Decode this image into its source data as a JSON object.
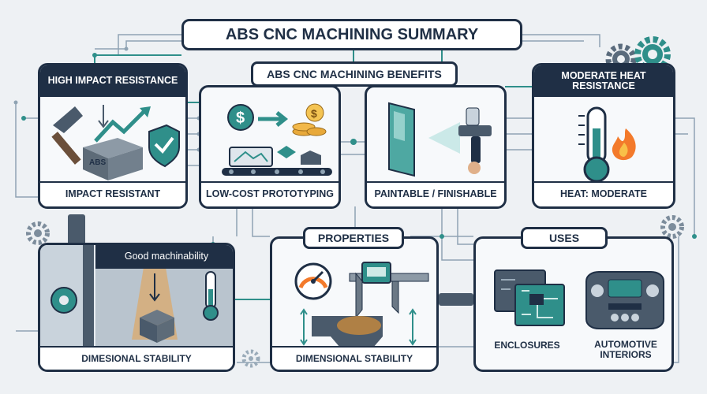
{
  "title": "ABS CNC MACHINING SUMMARY",
  "benefits_header": "ABS CNC MACHINING BENEFITS",
  "top_panels": [
    {
      "header": "HIGH IMPACT RESISTANCE",
      "caption": "IMPACT RESISTANT",
      "block_label": "ABS"
    },
    {
      "header": "",
      "caption": "LOW-COST PROTOTYPING"
    },
    {
      "header": "",
      "caption": "PAINTABLE / FINISHABLE"
    },
    {
      "header": "MODERATE HEAT RESISTANCE",
      "caption": "HEAT: MODERATE"
    }
  ],
  "bottom_panels": [
    {
      "header": "Good machinability",
      "caption": "DIMESIONAL STABILITY"
    },
    {
      "header": "PROPERTIES",
      "caption": "DIMENSIONAL STABILITY"
    },
    {
      "header": "USES",
      "captions": [
        "ENCLOSURES",
        "AUTOMOTIVE INTERIORS"
      ]
    }
  ],
  "colors": {
    "navy": "#1f2f45",
    "teal": "#2f8f8a",
    "orange": "#f39a2b",
    "background": "#eef1f4",
    "green_check": "#4bb37a"
  },
  "icons": [
    "hammer-icon",
    "shield-check-icon",
    "dollar-icon",
    "coin-stack-icon",
    "conveyor-icon",
    "spray-gun-icon",
    "thermometer-icon",
    "flame-icon",
    "lamp-icon",
    "gauge-icon",
    "caliper-icon",
    "circuit-board-icon",
    "dashboard-icon",
    "gear-icon"
  ]
}
